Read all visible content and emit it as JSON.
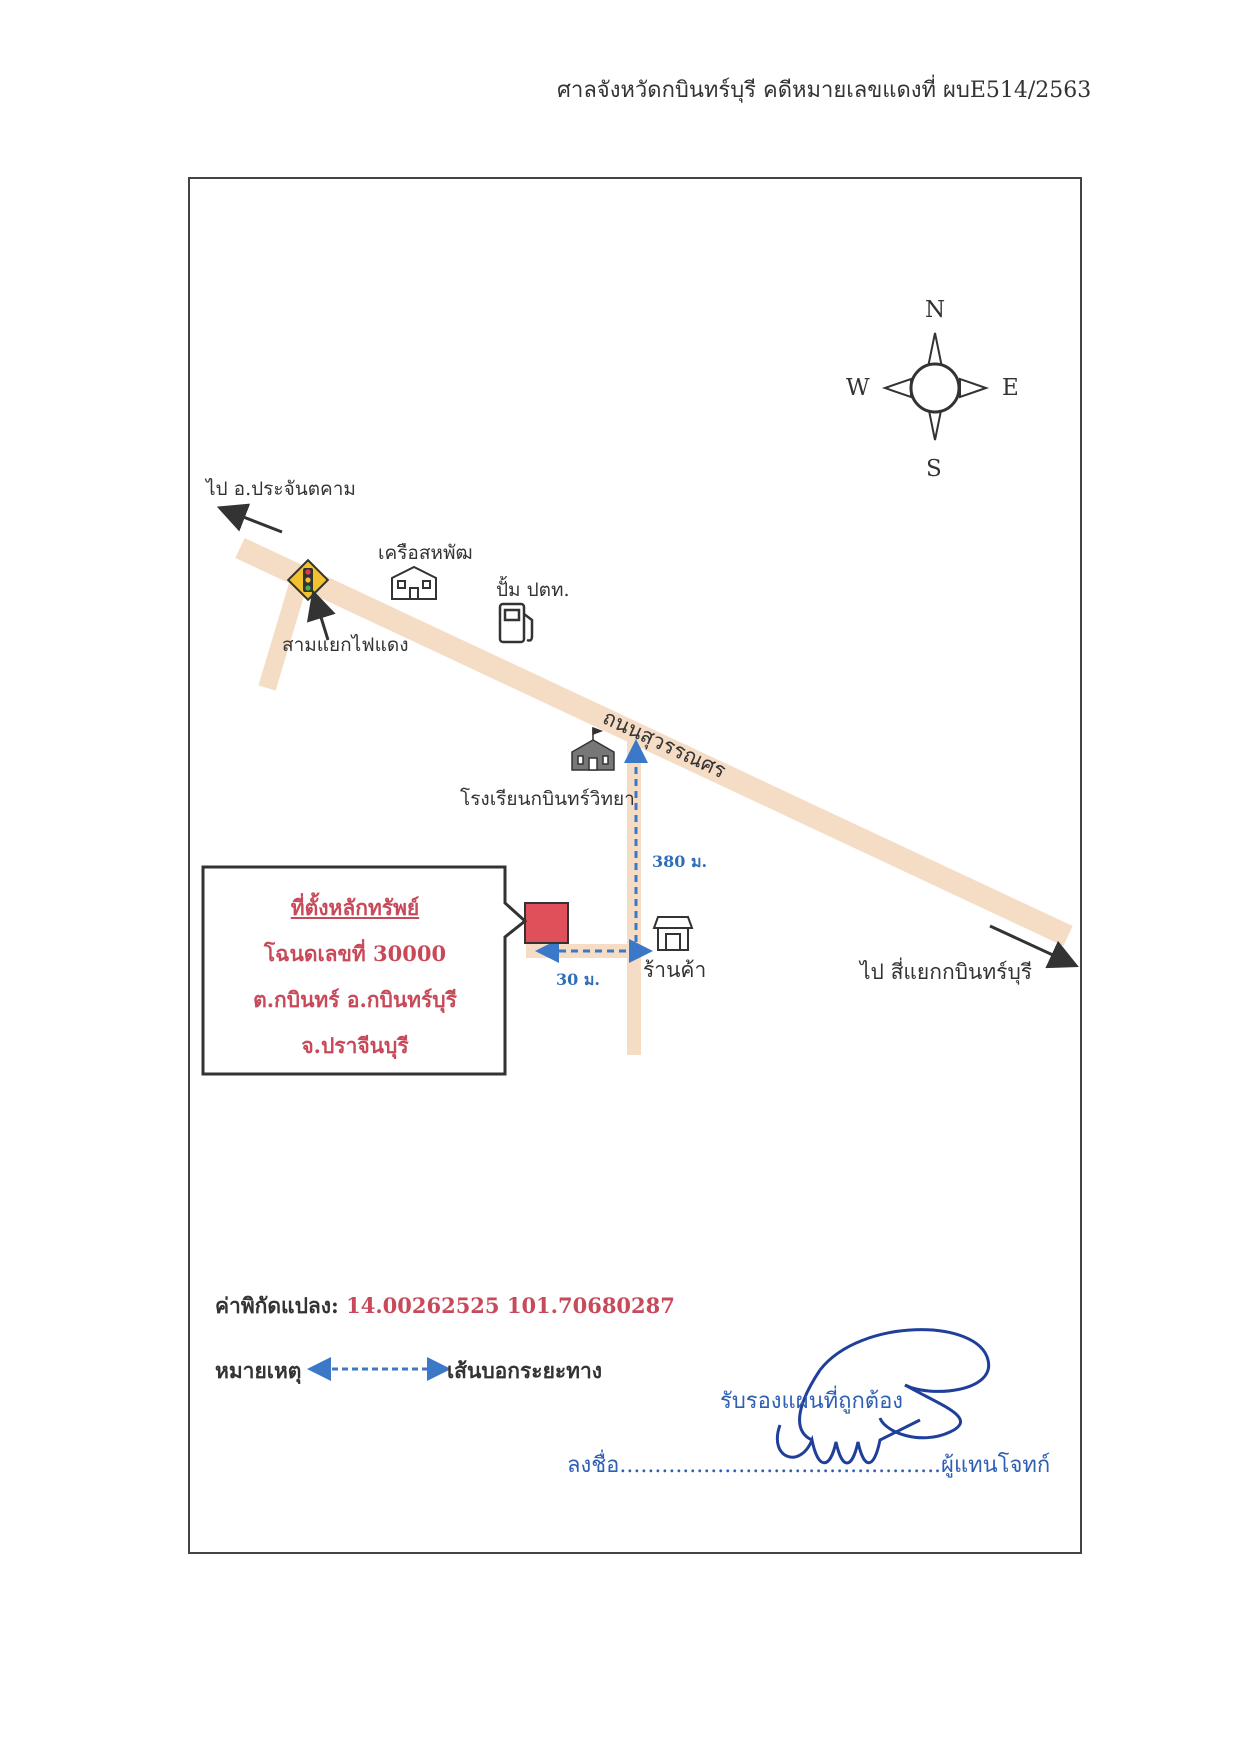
{
  "header": {
    "text": "ศาลจังหวัดกบินทร์บุรี คดีหมายเลขแดงที่ ผบE514/2563"
  },
  "compass": {
    "north": "N",
    "south": "S",
    "east": "E",
    "west": "W"
  },
  "labels": {
    "to_prachantakham": "ไป อ.ประจันตคาม",
    "to_kabinburi_junction": "ไป สี่แยกกบินทร์บุรี",
    "cooperative": "เครือสหพัฒ",
    "gas_station": "ปั้ม ปตท.",
    "traffic_light_junction": "สามแยกไฟแดง",
    "road_name": "ถนนสุวรรณศร",
    "school": "โรงเรียนกบินทร์วิทยา",
    "shop": "ร้านค้า"
  },
  "distances": {
    "vertical": "380 ม.",
    "horizontal": "30 ม."
  },
  "callout": {
    "title": "ที่ตั้งหลักทรัพย์",
    "deed": "โฉนดเลขที่ 30000",
    "location": "ต.กบินทร์ อ.กบินทร์บุรี",
    "province": "จ.ปราจีนบุรี"
  },
  "coordinates": {
    "label": "ค่าพิกัดแปลง:",
    "value": "14.00262525 101.70680287"
  },
  "legend": {
    "label": "หมายเหตุ",
    "text": "เส้นบอกระยะทาง"
  },
  "signature": {
    "certify": "รับรองแผนที่ถูกต้อง",
    "sign_line": "ลงชื่อ..............................................ผู้แทนโจทก์"
  },
  "colors": {
    "road": "#f5dcc4",
    "marker": "#e0505a",
    "distance_line": "#3b78c8",
    "accent_text": "#c84a5a",
    "signature_ink": "#1f3f9a"
  },
  "icons": [
    "traffic-light-icon",
    "building-icon",
    "gas-pump-icon",
    "school-icon",
    "shop-icon",
    "compass-rose-icon"
  ]
}
